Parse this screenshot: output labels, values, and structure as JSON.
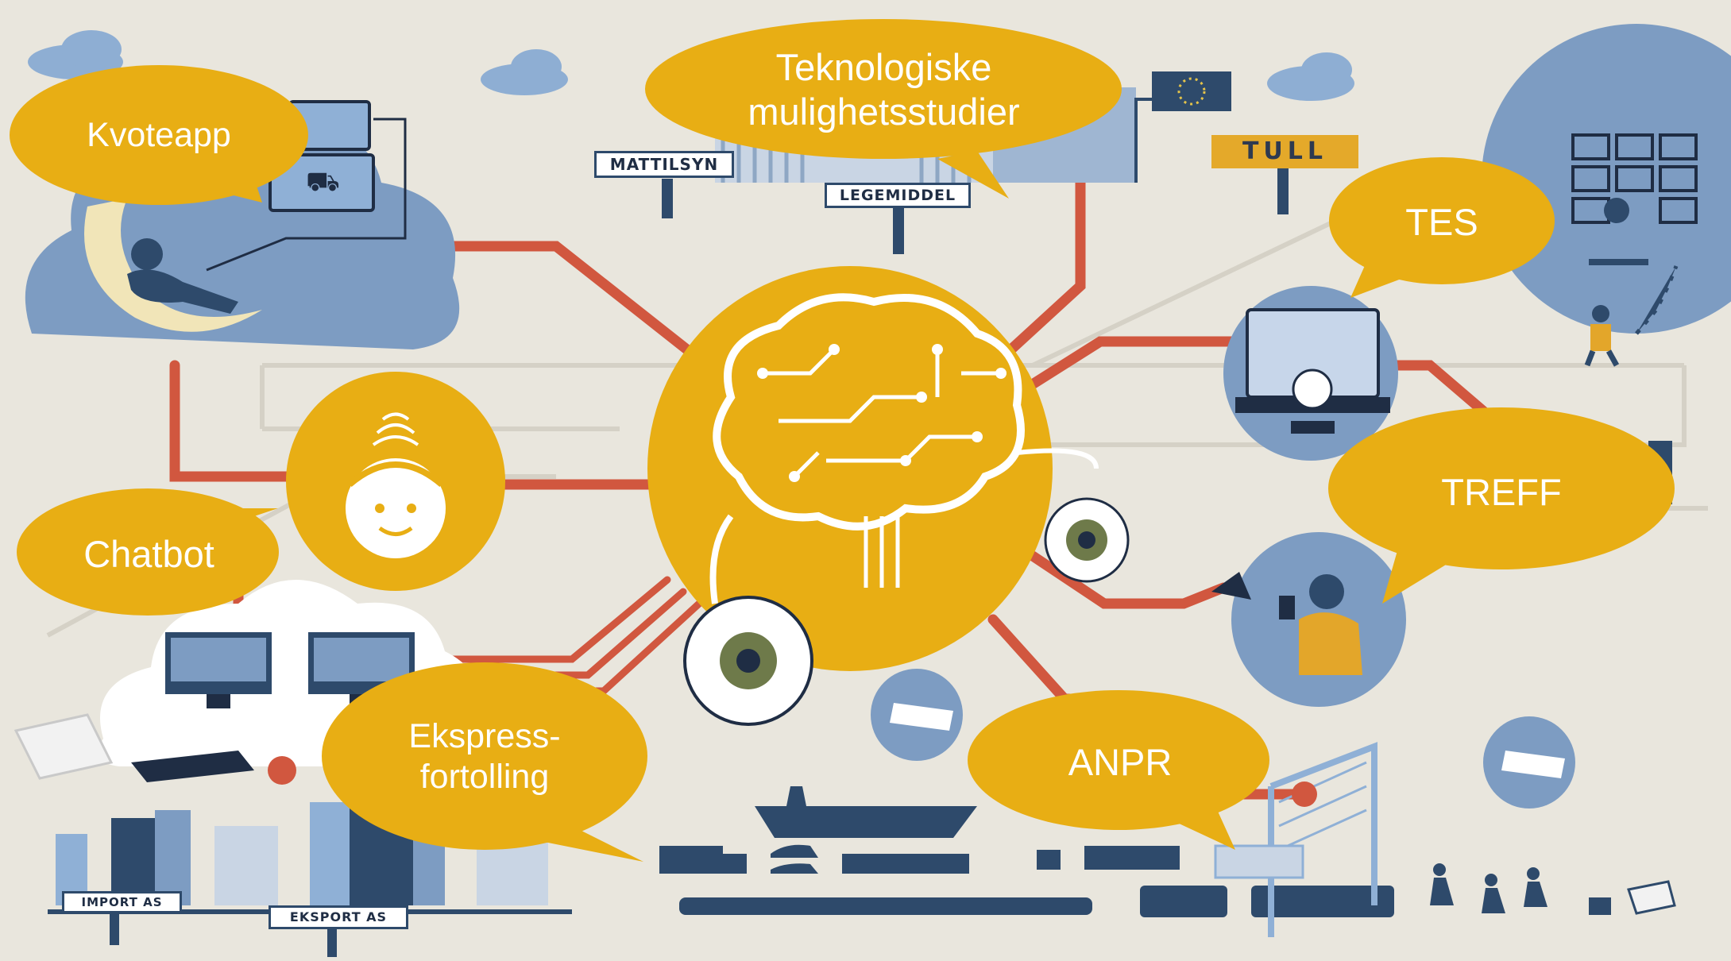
{
  "bubbles": {
    "kvoteapp": "Kvoteapp",
    "teknologiske": "Teknologiske\nmulighetsstudier",
    "tes": "TES",
    "treff": "TREFF",
    "chatbot": "Chatbot",
    "ekspress": "Ekspress-\nfortolling",
    "anpr": "ANPR"
  },
  "signs": {
    "mattilsyn": "MATTILSYN",
    "legemiddel": "LEGEMIDDEL",
    "tull": "TULL",
    "import": "IMPORT AS",
    "eksport": "EKSPORT AS"
  },
  "colors": {
    "background": "#e9e6dd",
    "bubble": "#e8ae14",
    "line": "#d1573f",
    "navy": "#2e4a6b",
    "steel_blue": "#7d9cc2"
  }
}
